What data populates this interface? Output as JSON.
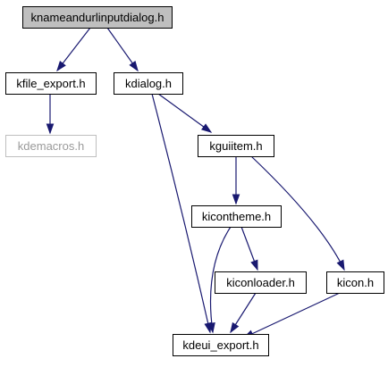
{
  "graph": {
    "nodes": [
      {
        "id": "knameandurlinputdialog",
        "label": "knameandurlinputdialog.h",
        "style": "root"
      },
      {
        "id": "kfile_export",
        "label": "kfile_export.h",
        "style": "normal"
      },
      {
        "id": "kdialog",
        "label": "kdialog.h",
        "style": "normal"
      },
      {
        "id": "kdemacros",
        "label": "kdemacros.h",
        "style": "missing"
      },
      {
        "id": "kguiitem",
        "label": "kguiitem.h",
        "style": "normal"
      },
      {
        "id": "kicontheme",
        "label": "kicontheme.h",
        "style": "normal"
      },
      {
        "id": "kiconloader",
        "label": "kiconloader.h",
        "style": "normal"
      },
      {
        "id": "kicon",
        "label": "kicon.h",
        "style": "normal"
      },
      {
        "id": "kdeui_export",
        "label": "kdeui_export.h",
        "style": "normal"
      }
    ],
    "edges": [
      {
        "from": "knameandurlinputdialog",
        "to": "kfile_export"
      },
      {
        "from": "knameandurlinputdialog",
        "to": "kdialog"
      },
      {
        "from": "kfile_export",
        "to": "kdemacros"
      },
      {
        "from": "kdialog",
        "to": "kguiitem"
      },
      {
        "from": "kdialog",
        "to": "kdeui_export"
      },
      {
        "from": "kguiitem",
        "to": "kicontheme"
      },
      {
        "from": "kguiitem",
        "to": "kicon"
      },
      {
        "from": "kicontheme",
        "to": "kiconloader"
      },
      {
        "from": "kicontheme",
        "to": "kdeui_export"
      },
      {
        "from": "kiconloader",
        "to": "kdeui_export"
      },
      {
        "from": "kicon",
        "to": "kdeui_export"
      }
    ],
    "colors": {
      "edge": "#191970",
      "root_fill": "#bfbfbf",
      "missing_border": "#bfbfbf"
    }
  }
}
